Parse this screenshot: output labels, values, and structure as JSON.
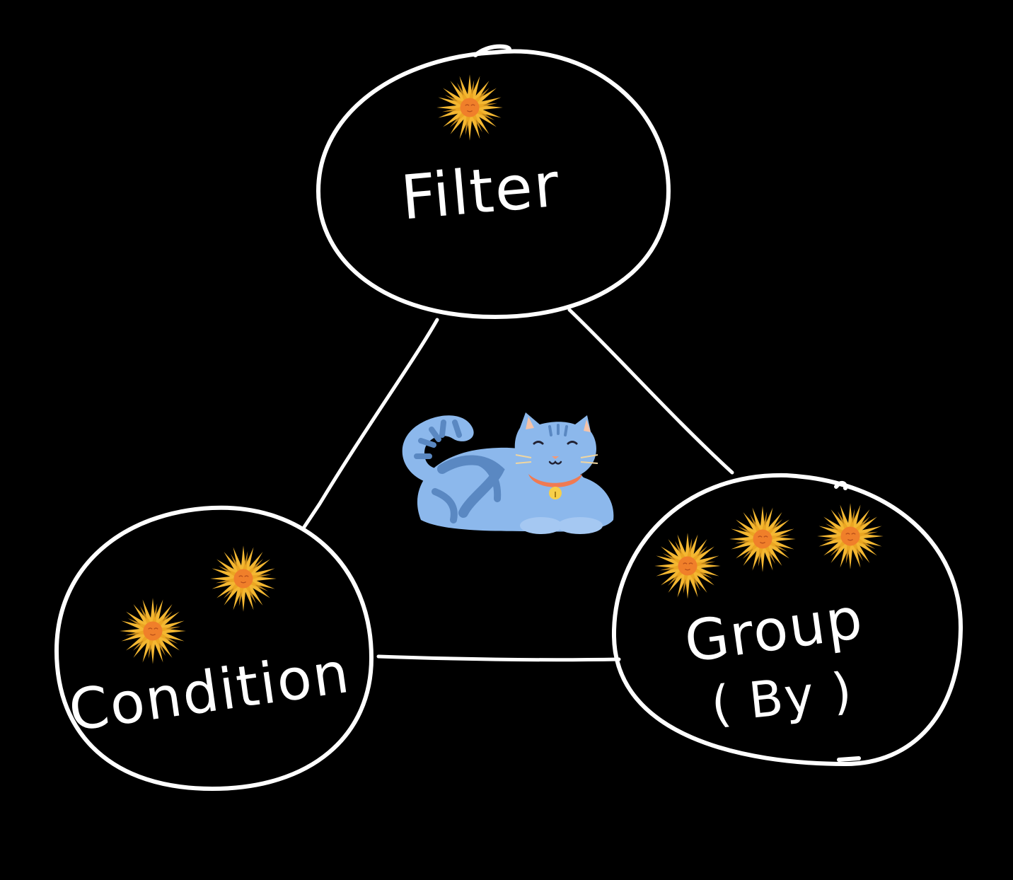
{
  "colors": {
    "background": "#000000",
    "stroke": "#ffffff",
    "sun_rays": "#f4b731",
    "sun_center": "#f07f2a",
    "cat_body": "#8cb8ec",
    "cat_stripes": "#5a88c2",
    "cat_collar": "#f07a52",
    "cat_bell": "#f6cf4a"
  },
  "nodes": {
    "filter": {
      "label": "Filter",
      "sun_count": 1
    },
    "condition": {
      "label": "Condition",
      "sun_count": 2
    },
    "group_by": {
      "label_line1": "Group",
      "label_line2": "( By )",
      "sun_count": 3
    }
  },
  "center_icon": "cat-icon",
  "sun_icon": "sun-icon"
}
